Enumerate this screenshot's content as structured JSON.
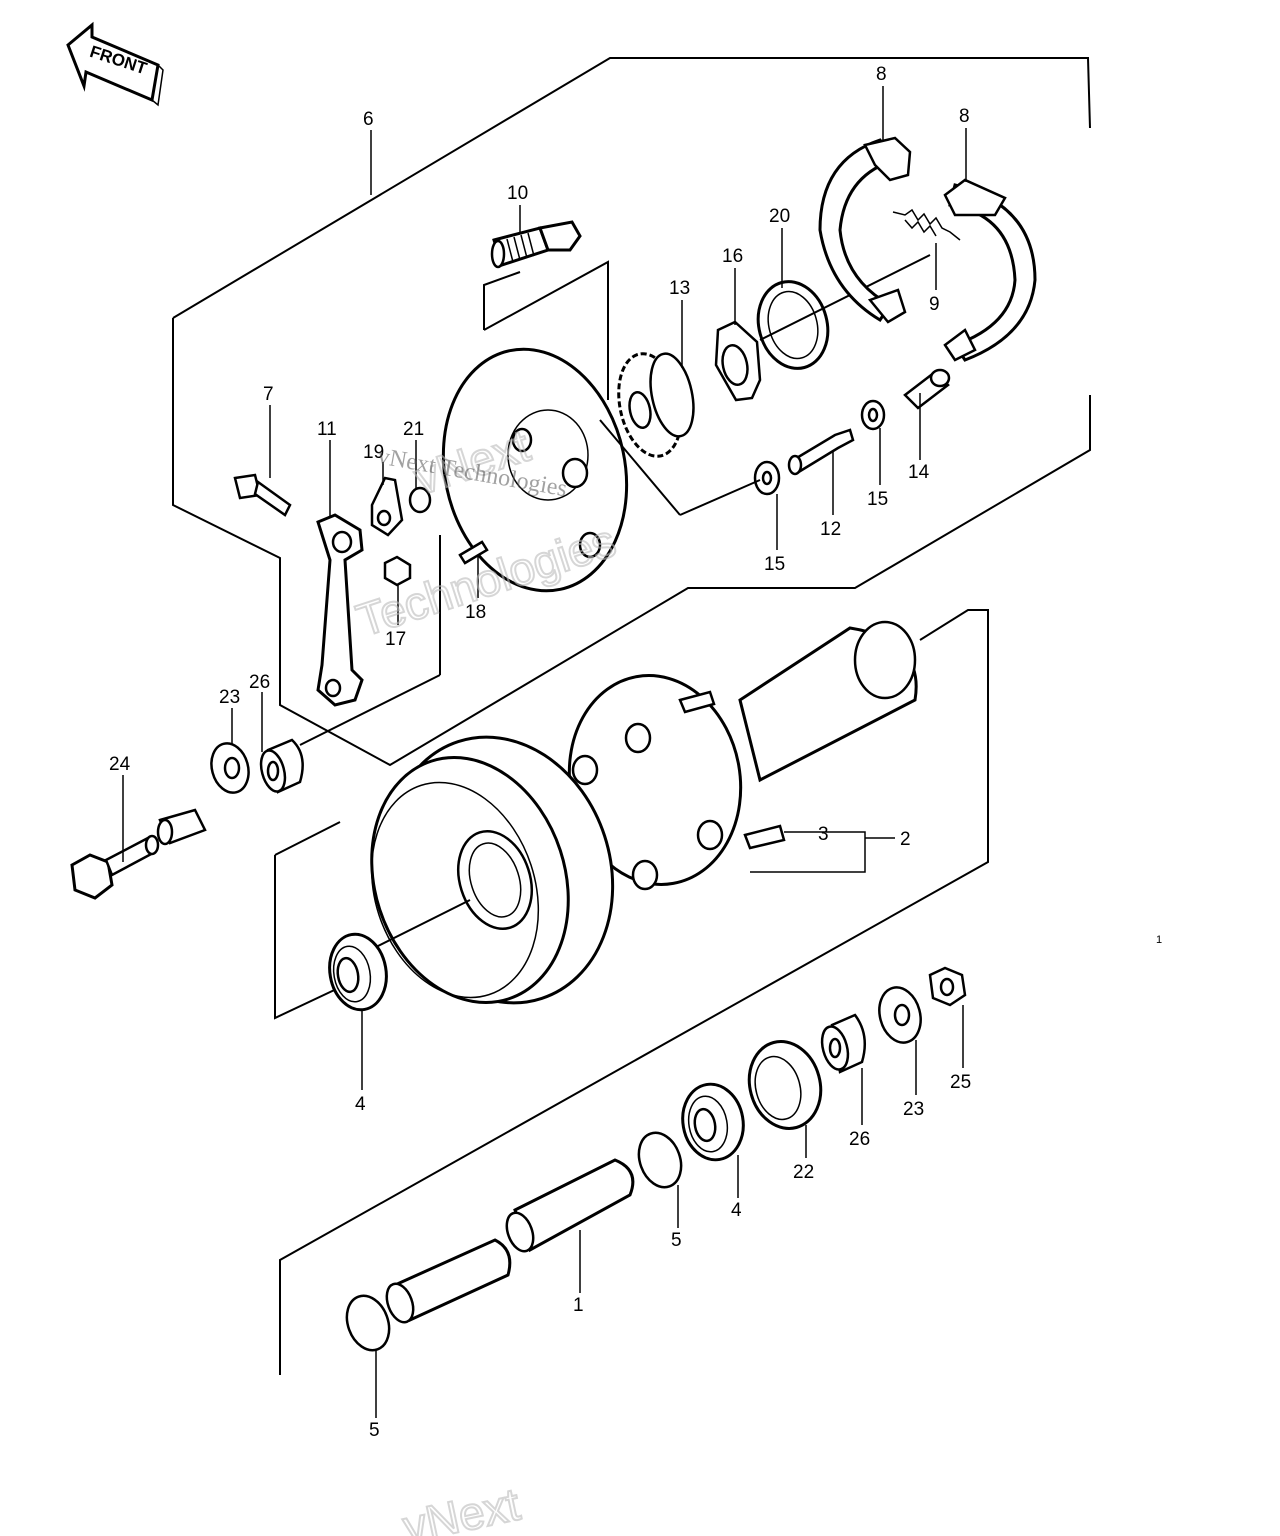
{
  "front_label": "FRONT",
  "page_marker": "1",
  "watermark": {
    "brand": "vNext",
    "company": "Technologies",
    "line": "vNext Technologies"
  },
  "callouts": {
    "c1": "1",
    "c2": "2",
    "c3": "3",
    "c4a": "4",
    "c4b": "4",
    "c5a": "5",
    "c5b": "5",
    "c6": "6",
    "c7": "7",
    "c8a": "8",
    "c8b": "8",
    "c9": "9",
    "c10": "10",
    "c11": "11",
    "c12": "12",
    "c13": "13",
    "c14": "14",
    "c15a": "15",
    "c15b": "15",
    "c16": "16",
    "c17": "17",
    "c18": "18",
    "c19": "19",
    "c20": "20",
    "c21": "21",
    "c22": "22",
    "c23a": "23",
    "c23b": "23",
    "c24": "24",
    "c25": "25",
    "c26a": "26",
    "c26b": "26"
  }
}
